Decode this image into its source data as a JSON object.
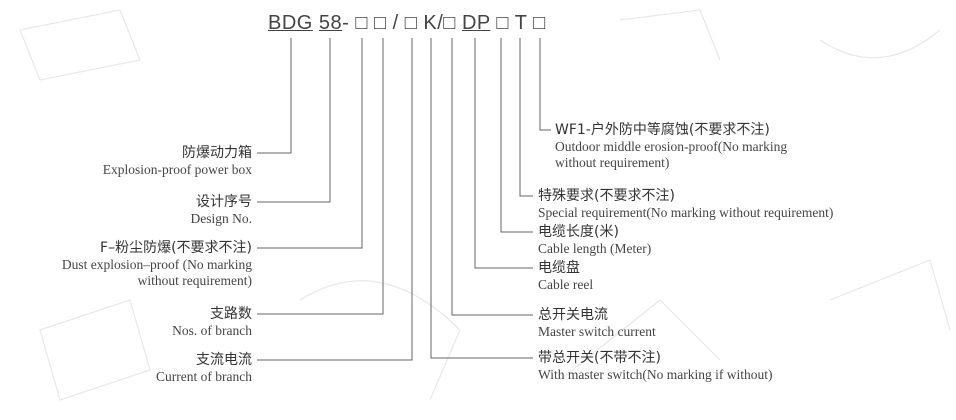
{
  "model_code": {
    "parts": [
      "BDG",
      " ",
      "58",
      "- □ □ / □ K/□ ",
      "DP",
      " □ T □"
    ]
  },
  "left_labels": [
    {
      "zh": "防爆动力箱",
      "en": "Explosion-proof  power  box"
    },
    {
      "zh": "设计序号",
      "en": "Design No."
    },
    {
      "zh": "F–粉尘防爆(不要求不注)",
      "en": "Dust explosion–proof (No marking",
      "en2": "without requirement)"
    },
    {
      "zh": "支路数",
      "en": "Nos. of  branch"
    },
    {
      "zh": "支流电流",
      "en": "Current of branch"
    }
  ],
  "right_labels": [
    {
      "zh": "WF1-户外防中等腐蚀(不要求不注)",
      "en": "Outdoor middle erosion-proof(No marking",
      "en2": "without requirement)"
    },
    {
      "zh": "特殊要求(不要求不注)",
      "en": "Special requirement(No marking without requirement)"
    },
    {
      "zh": "电缆长度(米)",
      "en": "Cable  length (Meter)"
    },
    {
      "zh": "电缆盘",
      "en": "Cable  reel"
    },
    {
      "zh": "总开关电流",
      "en": "Master switch current"
    },
    {
      "zh": "带总开关(不带不注)",
      "en": "With master  switch(No marking  if without)"
    }
  ],
  "colors": {
    "line": "#666666",
    "watermark": "#e6e6e6"
  }
}
